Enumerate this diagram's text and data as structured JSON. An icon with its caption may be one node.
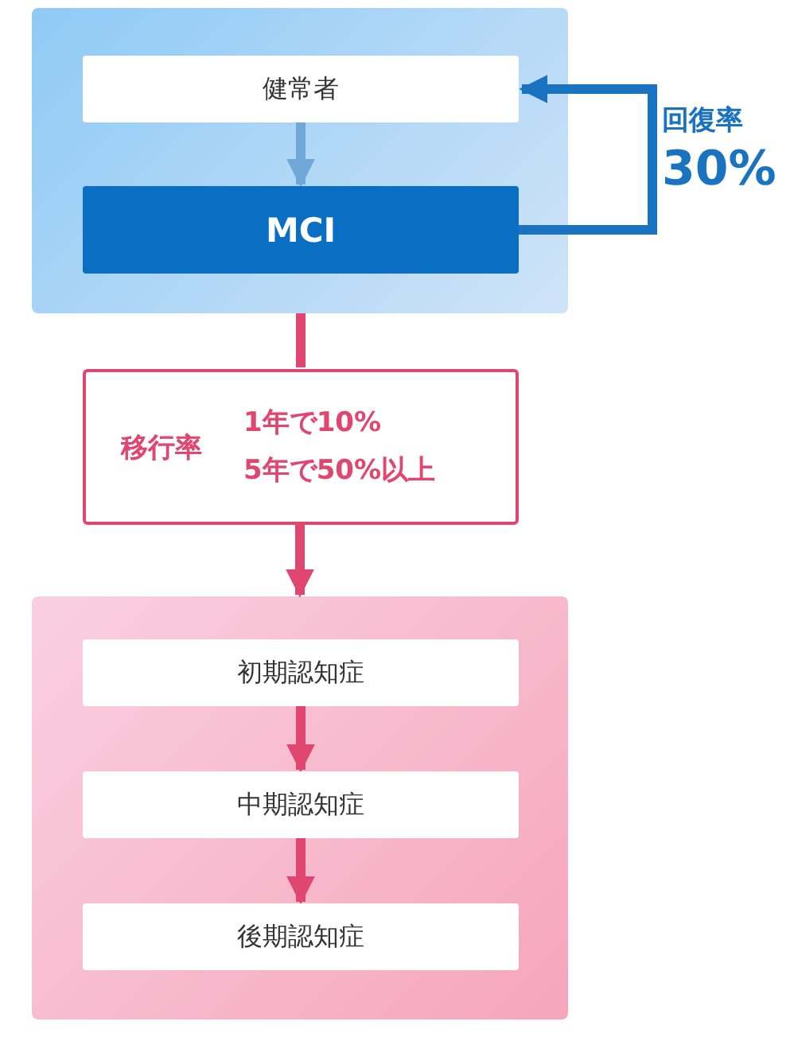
{
  "diagram": {
    "nodes": [
      {
        "text": [],
        "shape": "box"
      },
      {
        "text": [
          "健常者"
        ],
        "in": 0
      },
      {
        "text": [
          "MCI"
        ],
        "in": 0
      },
      {
        "text": [
          "移行率",
          "1年で10%",
          "5年で50%以上"
        ]
      },
      {
        "text": [],
        "shape": "box"
      },
      {
        "text": [
          "初期認知症"
        ],
        "in": 4
      },
      {
        "text": [
          "中期認知症"
        ],
        "in": 4
      },
      {
        "text": [
          "後期認知症"
        ],
        "in": 4
      }
    ],
    "edges": [
      {
        "from": 1,
        "to": 2,
        "arrow": "to",
        "color": "#6fa8d6"
      },
      {
        "from": 2,
        "to": 1,
        "arrow": "to",
        "label": "回復率 30%",
        "color": "#1a73c0"
      },
      {
        "from": 0,
        "to": 3,
        "arrow": "none"
      },
      {
        "from": 3,
        "to": 4,
        "arrow": "to"
      },
      {
        "from": 5,
        "to": 6,
        "arrow": "to"
      },
      {
        "from": 6,
        "to": 7,
        "arrow": "to"
      }
    ]
  }
}
